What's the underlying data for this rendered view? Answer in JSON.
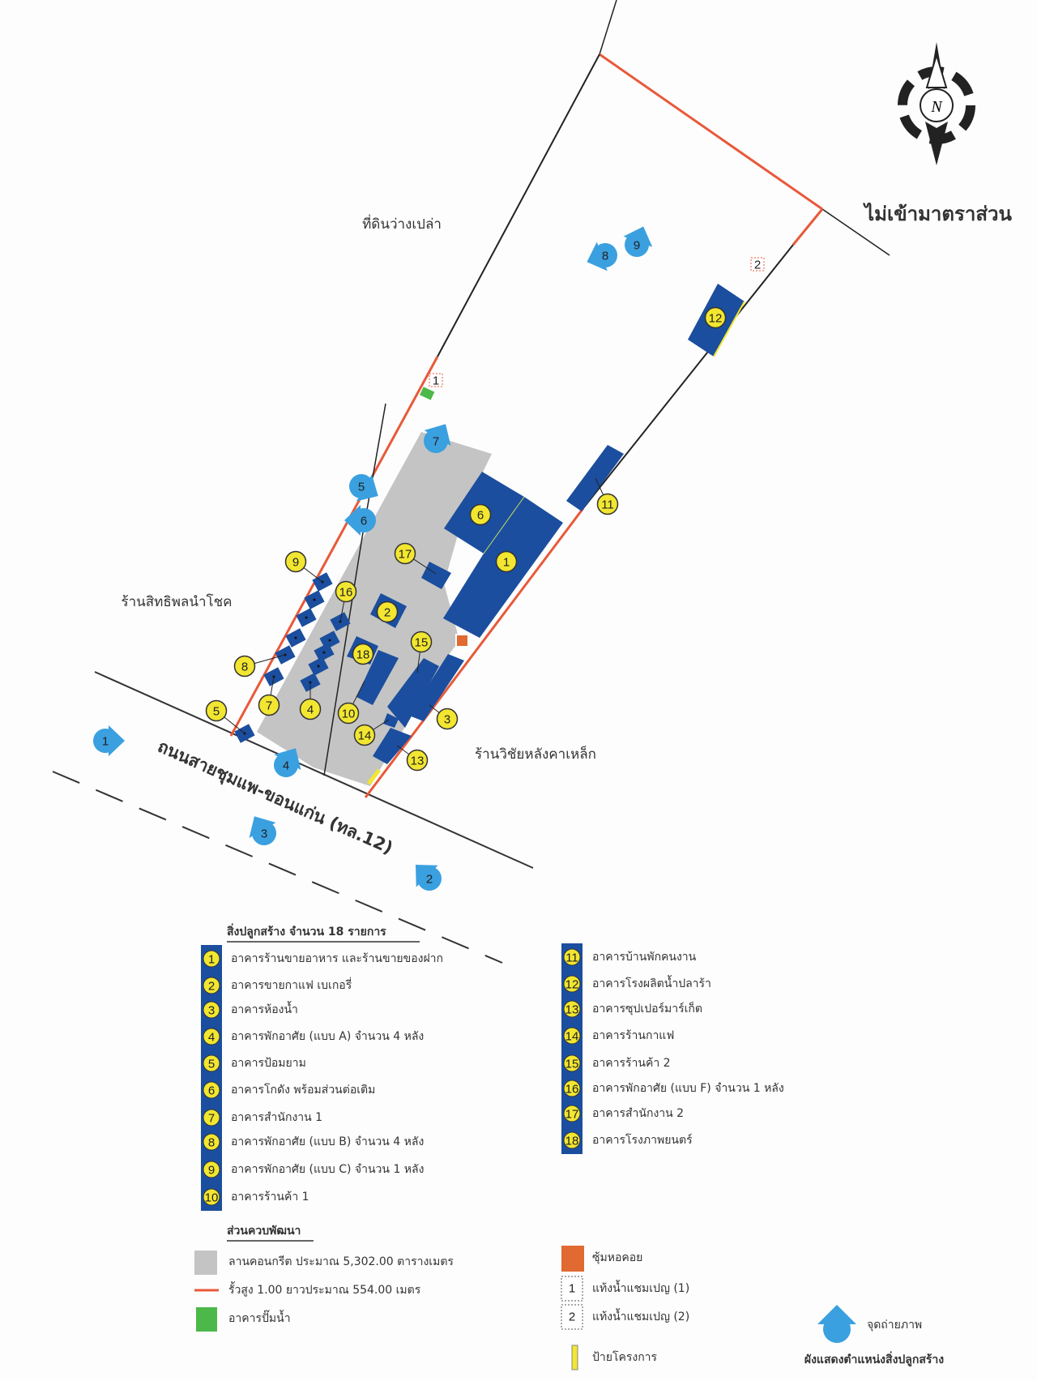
{
  "map": {
    "vacant_land": "ที่ดินว่างเปล่า",
    "not_to_scale": "ไม่เข้ามาตราส่วน",
    "neighbor_left": "ร้านสิทธิพลนำโชค",
    "neighbor_right": "ร้านวิชัยหลังคาเหล็ก",
    "road": "ถนนสายชุมแพ-ขอนแก่น (ทล.12)",
    "north": "N",
    "building_labels": [
      "1",
      "2",
      "3",
      "4",
      "5",
      "6",
      "7",
      "8",
      "9",
      "10",
      "11",
      "12",
      "13",
      "14",
      "15",
      "16",
      "17",
      "18"
    ],
    "photo_points": [
      "1",
      "2",
      "3",
      "4",
      "5",
      "6",
      "7",
      "8",
      "9"
    ],
    "wells": [
      "1",
      "2"
    ]
  },
  "legend": {
    "title": "สิ่งปลูกสร้าง จำนวน 18 รายการ",
    "buildings": [
      {
        "num": "1",
        "name": "อาคารร้านขายอาหาร และร้านขายของฝาก"
      },
      {
        "num": "2",
        "name": "อาคารขายกาแฟ เบเกอรี่"
      },
      {
        "num": "3",
        "name": "อาคารห้องน้ำ"
      },
      {
        "num": "4",
        "name": "อาคารพักอาศัย (แบบ A) จำนวน 4 หลัง"
      },
      {
        "num": "5",
        "name": "อาคารป้อมยาม"
      },
      {
        "num": "6",
        "name": "อาคารโกดัง พร้อมส่วนต่อเติม"
      },
      {
        "num": "7",
        "name": "อาคารสำนักงาน 1"
      },
      {
        "num": "8",
        "name": "อาคารพักอาศัย (แบบ B) จำนวน 4 หลัง"
      },
      {
        "num": "9",
        "name": "อาคารพักอาศัย (แบบ C) จำนวน 1 หลัง"
      },
      {
        "num": "10",
        "name": "อาคารร้านค้า 1"
      },
      {
        "num": "11",
        "name": "อาคารบ้านพักคนงาน"
      },
      {
        "num": "12",
        "name": "อาคารโรงผลิตน้ำปลาร้า"
      },
      {
        "num": "13",
        "name": "อาคารซุปเปอร์มาร์เก็ต"
      },
      {
        "num": "14",
        "name": "อาคารร้านกาแฟ"
      },
      {
        "num": "15",
        "name": "อาคารร้านค้า 2"
      },
      {
        "num": "16",
        "name": "อาคารพักอาศัย (แบบ F) จำนวน 1 หลัง"
      },
      {
        "num": "17",
        "name": "อาคารสำนักงาน 2"
      },
      {
        "num": "18",
        "name": "อาคารโรงภาพยนตร์"
      }
    ],
    "dev_title": "ส่วนควบพัฒนา",
    "concrete": "ลานคอนกรีต ประมาณ 5,302.00 ตารางเมตร",
    "fence": "รั้วสูง 1.00 ยาวประมาณ 554.00 เมตร",
    "pump": "อาคารปั๊มน้ำ",
    "tower": "ซุ้มหอคอย",
    "well1": "แท้งน้ำแชมเปญ (1)",
    "well2": "แท้งน้ำแชมเปญ (2)",
    "sign": "ป้ายโครงการ",
    "photo": "จุดถ่ายภาพ",
    "caption": "ผังแสดงตำแหน่งสิ่งปลูกสร้าง"
  },
  "colors": {
    "building": "#1b4e9e",
    "label": "#f2e630",
    "concrete": "#c4c4c4",
    "fence": "#e8593a",
    "pump": "#4cb84a",
    "tower": "#e06a32",
    "photo": "#3aa0e0"
  }
}
